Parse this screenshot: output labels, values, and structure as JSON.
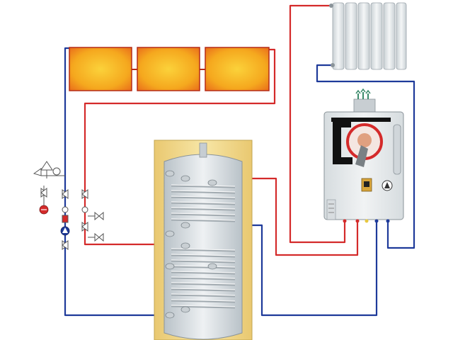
{
  "diagram": {
    "colors": {
      "hot_pipe": "#d42a2a",
      "cold_pipe": "#1e3a9a",
      "gas_pipe": "#e8c840",
      "panel_orange": "#f5a81e",
      "panel_border": "#c0321a",
      "tank_insulation": "#f2d98a",
      "tank_shell": "#dde3e8",
      "radiator": "#e8ecee",
      "boiler_body": "#e6eaec"
    },
    "components": {
      "solar_collectors": {
        "count": 3,
        "icon": "solar-panel-icon"
      },
      "radiator": {
        "sections": 6,
        "icon": "radiator-icon"
      },
      "boiler": {
        "icon": "boiler-icon"
      },
      "storage_tank": {
        "coils": 2,
        "icon": "tank-icon"
      },
      "solar_station": {
        "icon": "pump-group-icon"
      }
    }
  }
}
